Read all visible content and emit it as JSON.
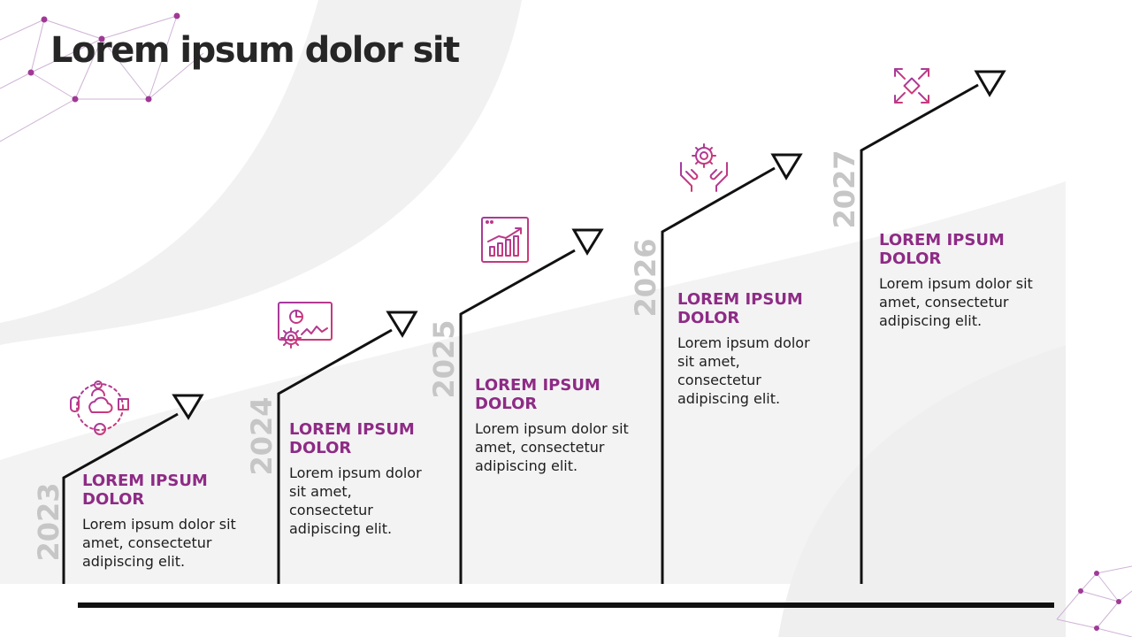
{
  "title": "Lorem ipsum dolor sit",
  "colors": {
    "accent_purple": "#8e2b85",
    "accent_pink": "#c2347b",
    "year_gray": "#c6c6c6",
    "line": "#111111"
  },
  "steps": [
    {
      "year": "2023",
      "heading_line1": "LOREM IPSUM",
      "heading_line2": "DOLOR",
      "desc": [
        "Lorem ipsum dolor sit",
        "amet, consectetur",
        "adipiscing elit."
      ],
      "icon": "devices-cloud-network-icon"
    },
    {
      "year": "2024",
      "heading_line1": "LOREM IPSUM",
      "heading_line2": "DOLOR",
      "desc": [
        "Lorem ipsum dolor",
        "sit amet,",
        "consectetur",
        "adipiscing elit."
      ],
      "icon": "dashboard-settings-icon"
    },
    {
      "year": "2025",
      "heading_line1": "LOREM IPSUM",
      "heading_line2": "DOLOR",
      "desc": [
        "Lorem ipsum dolor sit",
        "amet, consectetur",
        "adipiscing elit."
      ],
      "icon": "growth-chart-window-icon"
    },
    {
      "year": "2026",
      "heading_line1": "LOREM IPSUM",
      "heading_line2": "DOLOR",
      "desc": [
        "Lorem ipsum dolor",
        "sit amet,",
        "consectetur",
        "adipiscing elit."
      ],
      "icon": "hands-gear-icon"
    },
    {
      "year": "2027",
      "heading_line1": "LOREM IPSUM",
      "heading_line2": "DOLOR",
      "desc": [
        "Lorem ipsum dolor sit",
        "amet, consectetur",
        "adipiscing elit."
      ],
      "icon": "expand-arrows-icon"
    }
  ]
}
